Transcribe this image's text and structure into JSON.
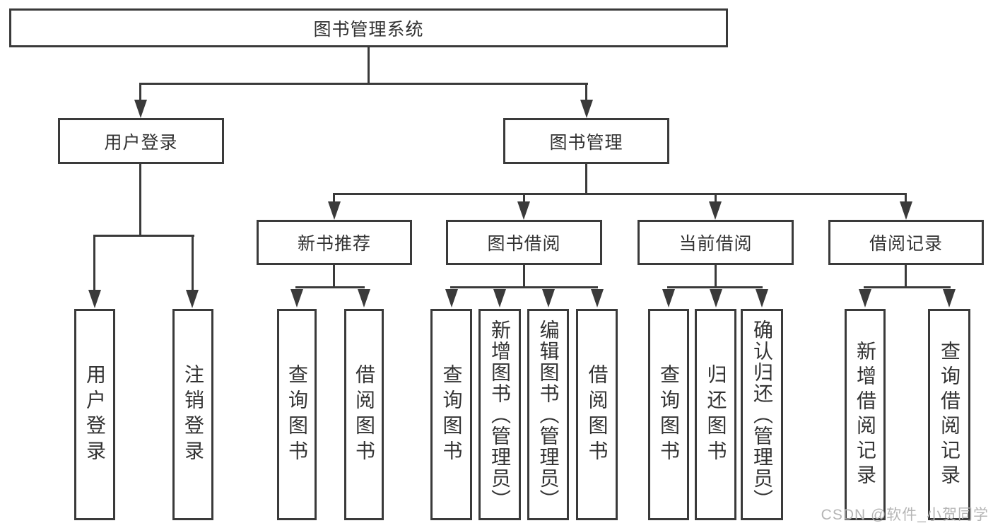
{
  "diagram": {
    "root": {
      "label": "图书管理系统"
    },
    "level2": [
      {
        "id": "user-login",
        "label": "用户登录"
      },
      {
        "id": "book-management",
        "label": "图书管理"
      }
    ],
    "level3": [
      {
        "id": "new-book-recommend",
        "label": "新书推荐"
      },
      {
        "id": "book-borrowing",
        "label": "图书借阅"
      },
      {
        "id": "current-borrowing",
        "label": "当前借阅"
      },
      {
        "id": "borrowing-records",
        "label": "借阅记录"
      }
    ],
    "leaves": {
      "user_login": [
        {
          "label": "用户登录"
        },
        {
          "label": "注销登录"
        }
      ],
      "new_book_recommend": [
        {
          "label": "查询图书"
        },
        {
          "label": "借阅图书"
        }
      ],
      "book_borrowing": [
        {
          "label": "查询图书"
        },
        {
          "label": "新增图书（管理员）"
        },
        {
          "label": "编辑图书（管理员）"
        },
        {
          "label": "借阅图书"
        }
      ],
      "current_borrowing": [
        {
          "label": "查询图书"
        },
        {
          "label": "归还图书"
        },
        {
          "label": "确认归还（管理员）"
        }
      ],
      "borrowing_records": [
        {
          "label": "新增借阅记录"
        },
        {
          "label": "查询借阅记录"
        }
      ]
    },
    "watermark": {
      "text": "CSDN @软件_小贺同学"
    },
    "colors": {
      "line": "#3a3a3a",
      "text": "#333333",
      "watermark": "#b5b5b5",
      "background": "#ffffff"
    }
  }
}
